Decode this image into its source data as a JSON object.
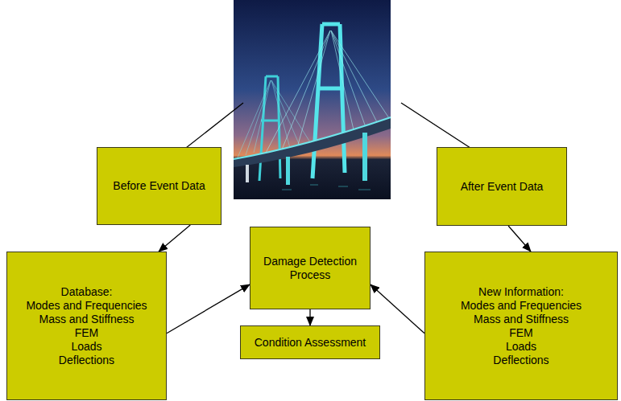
{
  "diagram": {
    "nodes": [
      {
        "text": [
          "Before Event Data"
        ]
      },
      {
        "text": [
          "After Event Data"
        ]
      },
      {
        "text": [
          "Database:",
          "Modes and Frequencies",
          "Mass and Stiffness",
          "FEM",
          "Loads",
          "Deflections"
        ]
      },
      {
        "text": [
          "Damage Detection Process"
        ]
      },
      {
        "text": [
          "New Information:",
          "Modes and Frequencies",
          "Mass and Stiffness",
          "FEM",
          "Loads",
          "Deflections"
        ]
      },
      {
        "text": [
          "Condition Assessment"
        ]
      }
    ],
    "edges": [
      {
        "from": 0,
        "to": 2,
        "arrow": "to"
      },
      {
        "from": 1,
        "to": 4,
        "arrow": "to"
      },
      {
        "from": 2,
        "to": 3,
        "arrow": "to"
      },
      {
        "from": 4,
        "to": 3,
        "arrow": "to"
      },
      {
        "from": 3,
        "to": 5,
        "arrow": "to"
      }
    ]
  }
}
